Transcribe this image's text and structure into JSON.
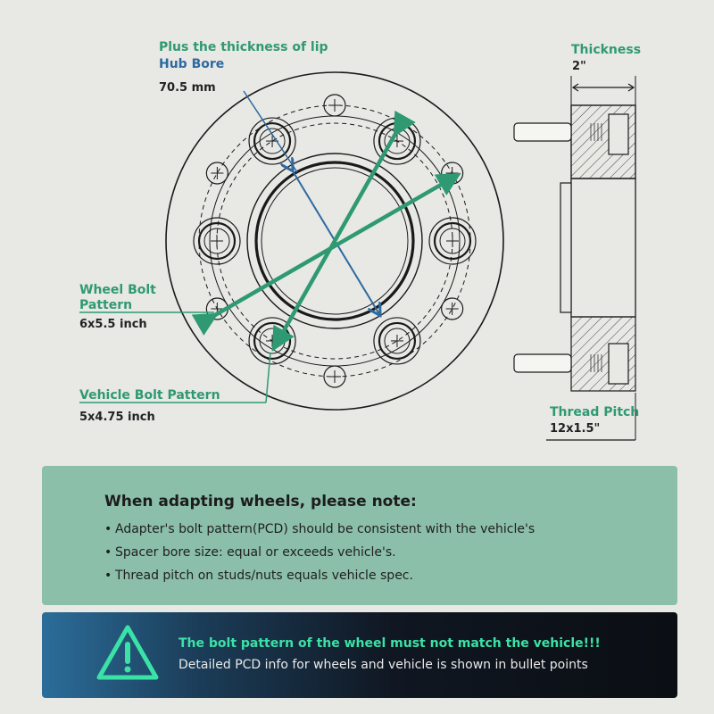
{
  "labels": {
    "lip_note": "Plus the thickness of lip",
    "hub_bore_title": "Hub Bore",
    "hub_bore_value": "70.5 mm",
    "thickness_title": "Thickness",
    "thickness_value": "2\"",
    "wheel_bolt_line1": "Wheel Bolt",
    "wheel_bolt_line2": "Pattern",
    "wheel_bolt_value": "6x5.5 inch",
    "vehicle_bolt_title": "Vehicle Bolt Pattern",
    "vehicle_bolt_value": "5x4.75 inch",
    "thread_pitch_title": "Thread Pitch",
    "thread_pitch_value": "12x1.5\""
  },
  "notes": {
    "title": "When adapting wheels, please note:",
    "items": [
      "Adapter's bolt pattern(PCD) should be consistent with the vehicle's",
      "Spacer bore size: equal or exceeds vehicle's.",
      "Thread pitch on studs/nuts equals vehicle spec."
    ]
  },
  "warning": {
    "icon": "warning-triangle-icon",
    "title": "The bolt pattern of the wheel must not match the vehicle!!!",
    "text": "Detailed PCD info for wheels and vehicle is shown in bullet points"
  },
  "colors": {
    "accent_green": "#2f9a72",
    "accent_blue": "#2d6aa0",
    "notes_background": "#8bbfaa",
    "warning_green": "#3be2a6"
  }
}
